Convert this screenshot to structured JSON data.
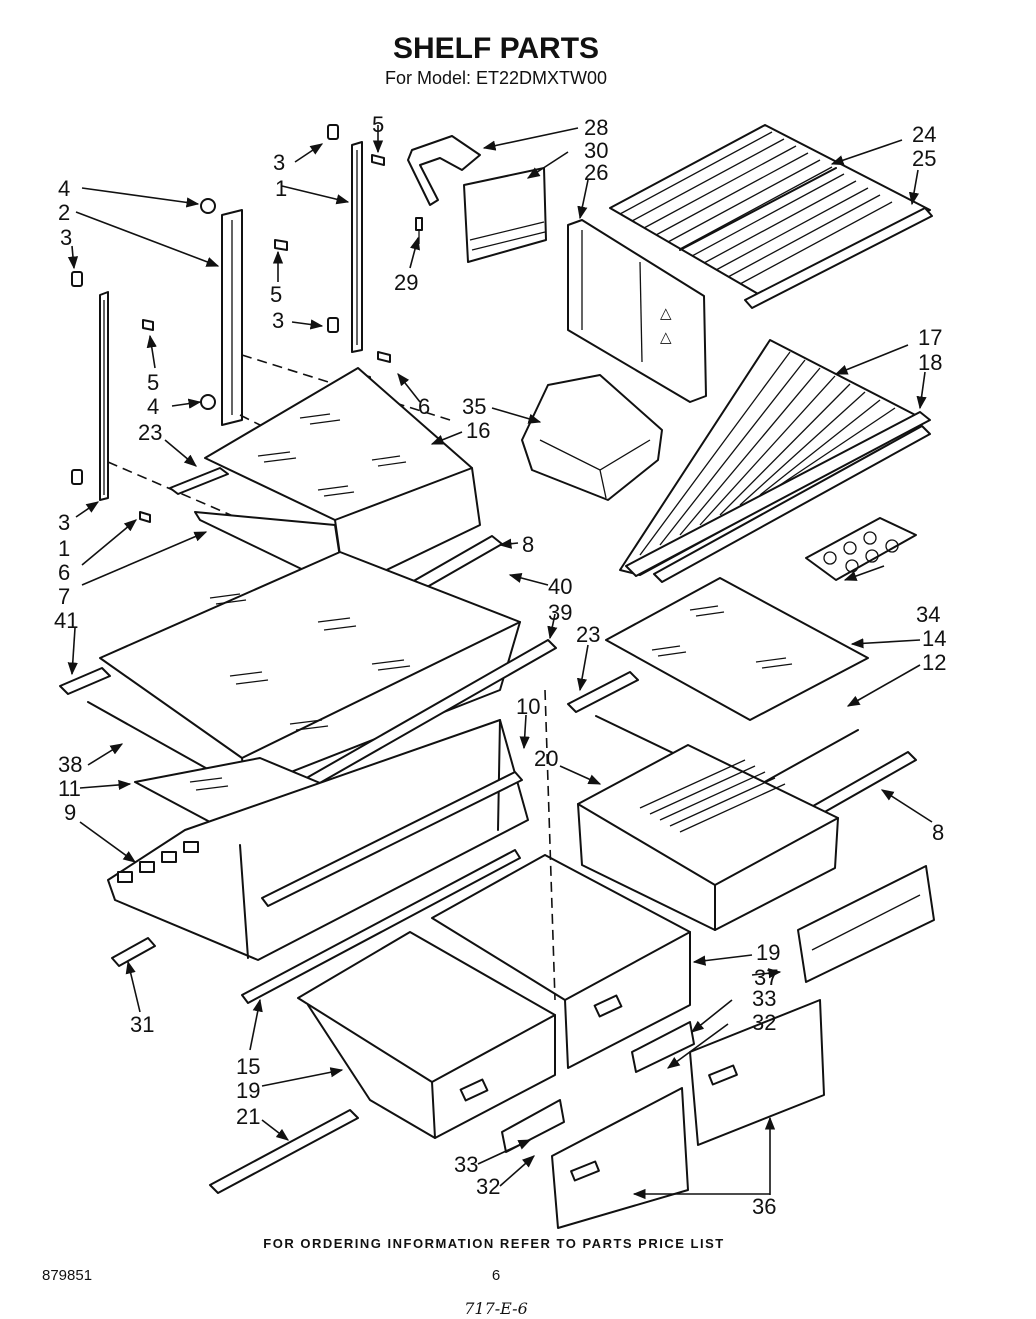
{
  "header": {
    "title": "SHELF PARTS",
    "model_line": "For Model: ET22DMXTW00"
  },
  "callouts": [
    "1",
    "2",
    "3",
    "4",
    "5",
    "6",
    "7",
    "8",
    "9",
    "10",
    "11",
    "12",
    "14",
    "15",
    "16",
    "17",
    "18",
    "19",
    "20",
    "21",
    "23",
    "24",
    "25",
    "26",
    "28",
    "29",
    "30",
    "31",
    "32",
    "33",
    "34",
    "35",
    "36",
    "37",
    "38",
    "39",
    "40",
    "41"
  ],
  "footer": {
    "ordering_note": "FOR ORDERING INFORMATION REFER TO PARTS PRICE LIST",
    "doc_number": "879851",
    "page_number": "6",
    "handwritten_code": "717-E-6"
  }
}
